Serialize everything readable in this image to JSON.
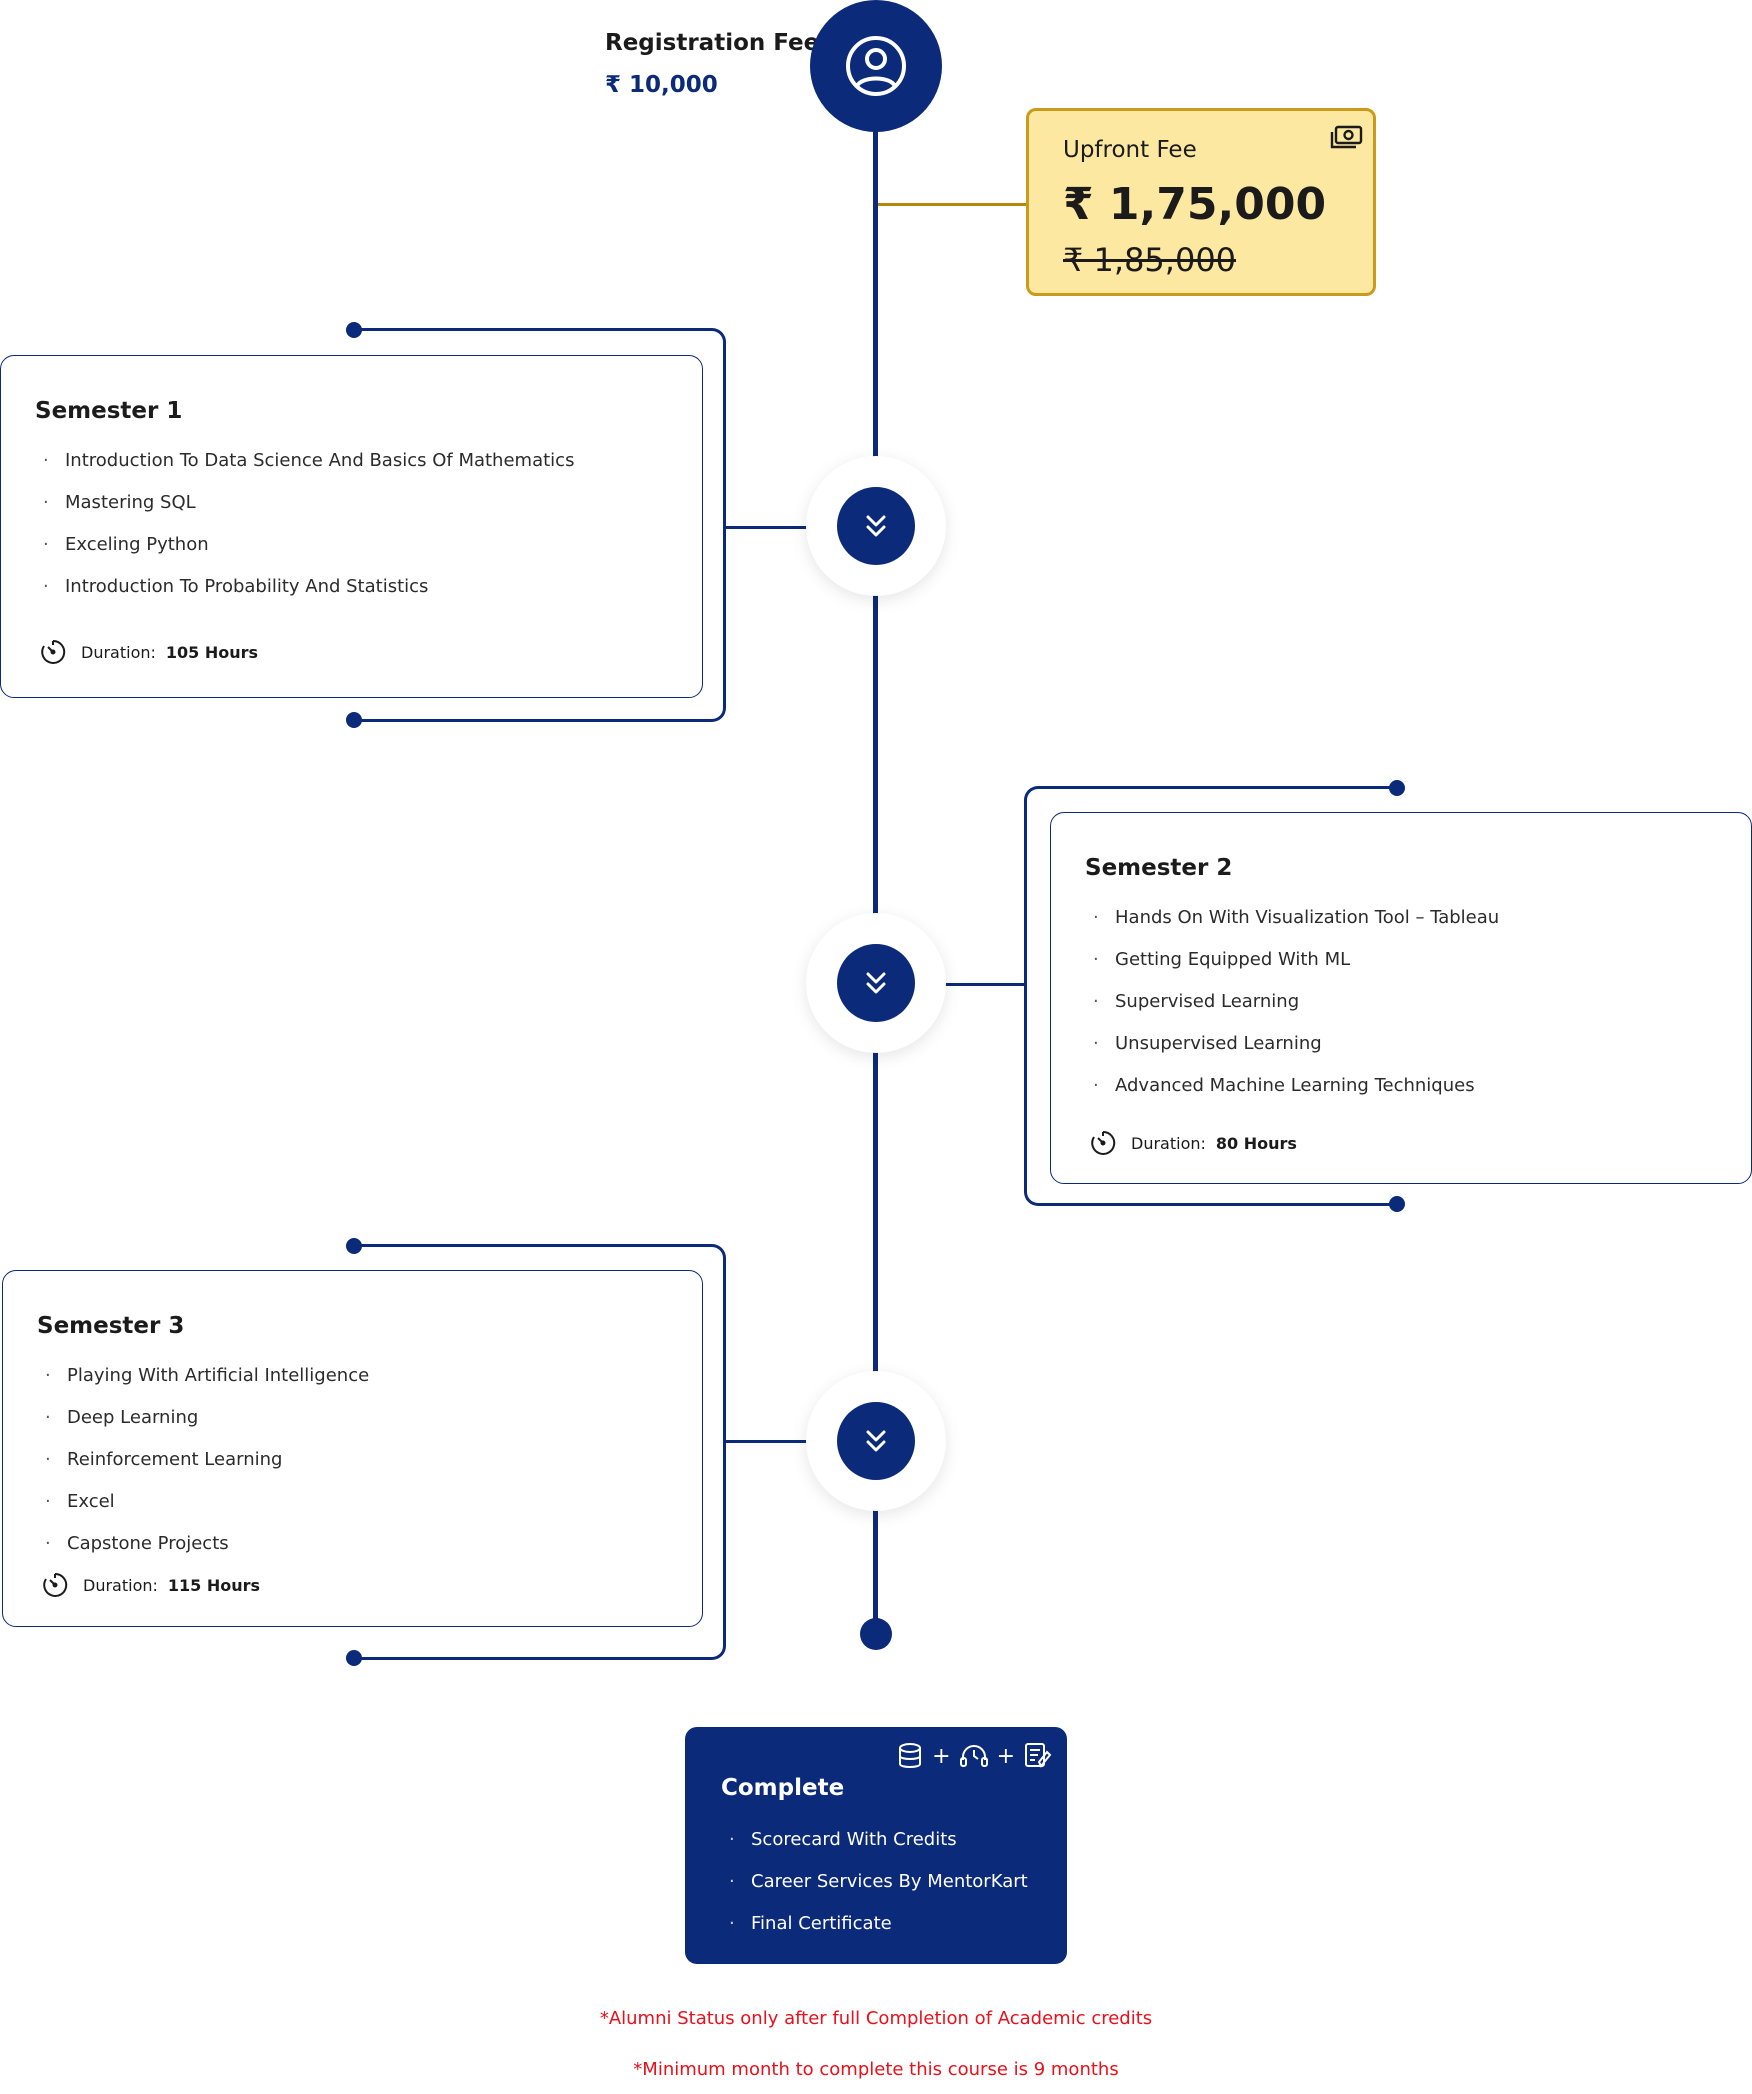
{
  "registration": {
    "title": "Registration Fee",
    "value": "₹ 10,000",
    "icon": "user-circle-icon"
  },
  "upfront_fee": {
    "title": "Upfront Fee",
    "price": "₹ 1,75,000",
    "original_price": "₹ 1,85,000",
    "icon": "cash-icon"
  },
  "semesters": [
    {
      "title": "Semester 1",
      "items": [
        "Introduction To Data Science And Basics Of Mathematics",
        "Mastering SQL",
        "Exceling Python",
        "Introduction To Probability And Statistics"
      ],
      "duration_label": "Duration:",
      "duration_value": "105 Hours"
    },
    {
      "title": "Semester 2",
      "items": [
        "Hands On With Visualization Tool – Tableau",
        "Getting Equipped With ML",
        "Supervised Learning",
        "Unsupervised Learning",
        "Advanced Machine Learning Techniques"
      ],
      "duration_label": "Duration:",
      "duration_value": "80 Hours"
    },
    {
      "title": "Semester 3",
      "items": [
        "Playing With Artificial Intelligence",
        "Deep Learning",
        "Reinforcement Learning",
        "Excel",
        "Capstone Projects"
      ],
      "duration_label": "Duration:",
      "duration_value": "115 Hours"
    }
  ],
  "complete": {
    "title": "Complete",
    "items": [
      "Scorecard With Credits",
      "Career Services By MentorKart",
      "Final Certificate"
    ],
    "plus": "+",
    "icons": [
      "database-icon",
      "headset-icon",
      "certificate-icon"
    ]
  },
  "notes": [
    "*Alumni Status only after full Completion of Academic credits",
    "*Minimum month to complete this course is 9 months"
  ],
  "colors": {
    "primary": "#0c2a7a",
    "fee_bg": "#fde8a2",
    "fee_border": "#c99a1c",
    "note": "#e8101a"
  }
}
